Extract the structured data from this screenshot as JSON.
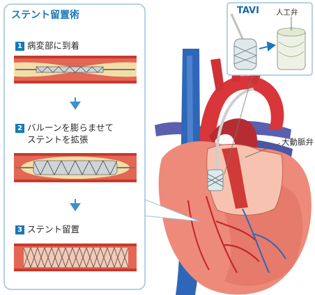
{
  "panel": {
    "title": "ステント留置術",
    "steps": [
      {
        "num": "1",
        "text": "病変部に到着"
      },
      {
        "num": "2",
        "text_line1": "バルーンを膨らませて",
        "text_line2": "ステントを拡張"
      },
      {
        "num": "3",
        "text": "ステント留置"
      }
    ]
  },
  "tavi": {
    "title": "TAVI",
    "valve_label": "人工弁"
  },
  "heart": {
    "aortic_valve_label": "大動脈弁"
  },
  "colors": {
    "accent": "#1a78b8",
    "panel_border": "#9ac3e0",
    "vessel_red": "#c8392f",
    "heart_pink": "#ee8a7a",
    "vein_blue": "#2f67b8",
    "aorta_red": "#d8363a",
    "plaque_yellow": "#f2dfa8"
  }
}
